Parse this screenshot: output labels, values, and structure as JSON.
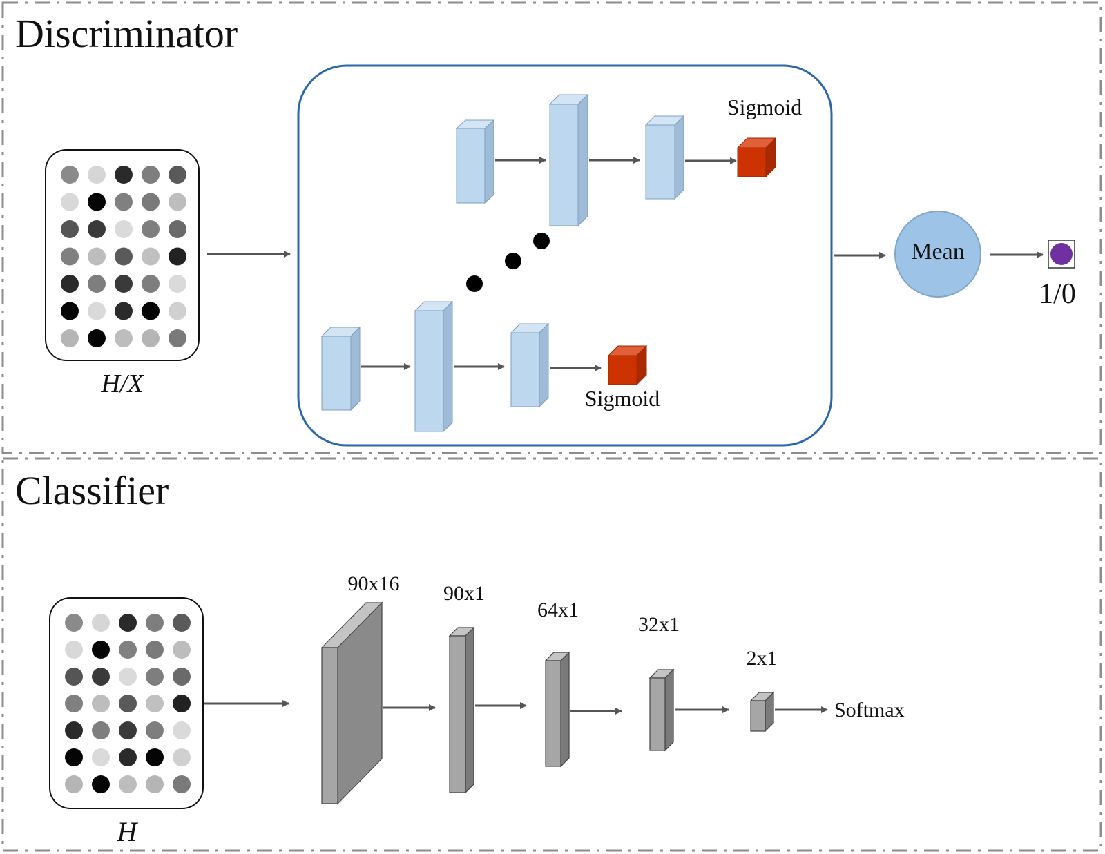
{
  "discriminator": {
    "title": "Discriminator",
    "input_label": "H/X",
    "sigmoid_label_top": "Sigmoid",
    "sigmoid_label_bottom": "Sigmoid",
    "mean_label": "Mean",
    "output_label": "1/0"
  },
  "classifier": {
    "title": "Classifier",
    "input_label": "H",
    "layers": [
      "90x16",
      "90x1",
      "64x1",
      "32x1",
      "2x1"
    ],
    "output_label": "Softmax"
  },
  "input_matrix_grays": [
    [
      "#8a8a8a",
      "#d6d6d6",
      "#2a2a2a",
      "#7e7e7e",
      "#5a5a5a"
    ],
    [
      "#d8d8d8",
      "#050505",
      "#808080",
      "#7a7a7a",
      "#bdbdbd"
    ],
    [
      "#555555",
      "#3a3a3a",
      "#dadada",
      "#7e7e7e",
      "#6a6a6a"
    ],
    [
      "#808080",
      "#bdbdbd",
      "#5a5a5a",
      "#c0c0c0",
      "#222222"
    ],
    [
      "#2a2a2a",
      "#7e7e7e",
      "#3a3a3a",
      "#7e7e7e",
      "#dadada"
    ],
    [
      "#050505",
      "#dadada",
      "#2a2a2a",
      "#050505",
      "#d0d0d0"
    ],
    [
      "#b5b5b5",
      "#050505",
      "#bdbdbd",
      "#b5b5b5",
      "#7a7a7a"
    ]
  ],
  "colors": {
    "frame_border": "#8c8c8c",
    "module_border": "#2a66a8",
    "blue_block_front": "#bdd7ee",
    "blue_block_side": "#9ebcd8",
    "red_cube_front": "#cc3300",
    "red_cube_top": "#e0603a",
    "gray_block_front": "#a6a6a6",
    "gray_block_side": "#7a7a7a",
    "gray_block_top": "#c4c4c4",
    "mean_fill": "#9dc3e6",
    "output_dot": "#7030a0",
    "arrow": "#555555"
  }
}
